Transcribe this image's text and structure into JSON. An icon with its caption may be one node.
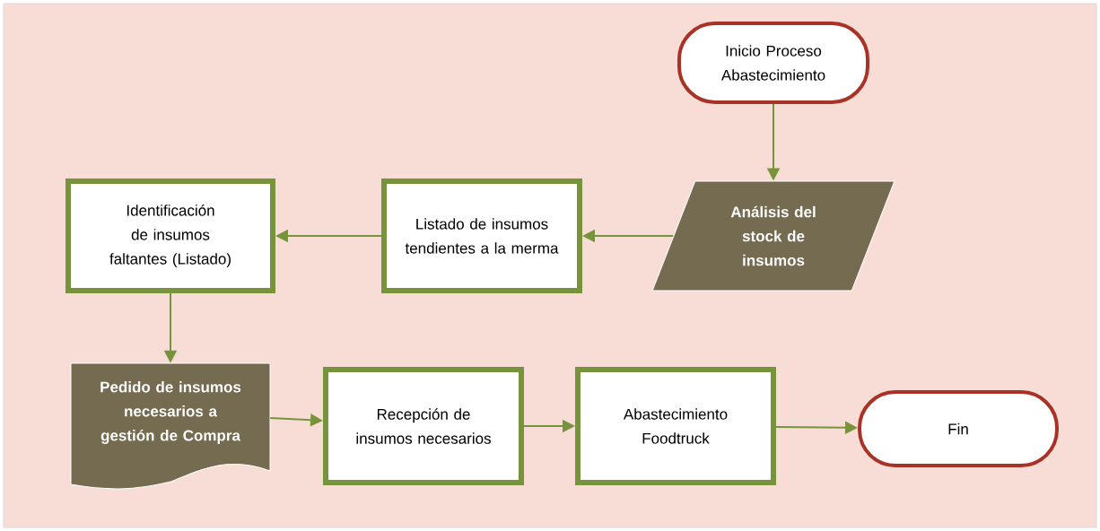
{
  "diagram": {
    "nodes": [
      {
        "text": [
          "Inicio Proceso Abastecimiento"
        ]
      },
      {
        "text": [
          "Análisis del stock de insumos"
        ]
      },
      {
        "text": [
          "Listado de insumos tendientes a la merma"
        ]
      },
      {
        "text": [
          "Identificación de insumos faltantes (Listado)"
        ]
      },
      {
        "text": [
          "Pedido de insumos necesarios a gestión de Compra"
        ]
      },
      {
        "text": [
          "Recepción de insumos necesarios"
        ]
      },
      {
        "text": [
          "Abastecimiento Foodtruck"
        ]
      },
      {
        "text": [
          "Fin"
        ]
      }
    ],
    "edges": [
      {
        "from": 0,
        "to": 1,
        "arrow": "to"
      },
      {
        "from": 1,
        "to": 2,
        "arrow": "to"
      },
      {
        "from": 2,
        "to": 3,
        "arrow": "to"
      },
      {
        "from": 3,
        "to": 4,
        "arrow": "to"
      },
      {
        "from": 4,
        "to": 5,
        "arrow": "to"
      },
      {
        "from": 5,
        "to": 6,
        "arrow": "to"
      },
      {
        "from": 6,
        "to": 7,
        "arrow": "to"
      }
    ]
  }
}
